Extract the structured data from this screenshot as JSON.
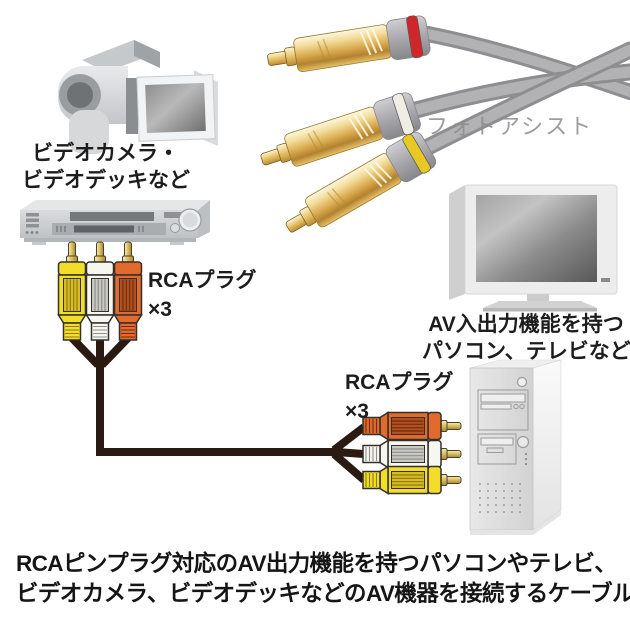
{
  "labels": {
    "source_device_line1": "ビデオカメラ・",
    "source_device_line2": "ビデオデッキなど",
    "rca_left_line1": "RCAプラグ",
    "rca_left_line2": "×3",
    "rca_right_line1": "RCAプラグ",
    "rca_right_line2": "×3",
    "target_device_line1": "AV入出力機能を持つ",
    "target_device_line2": "パソコン、テレビなど"
  },
  "photo": {
    "watermark": "フォトアシスト",
    "ring_colors": {
      "top": "#d0262a",
      "middle": "#efede4",
      "bottom": "#e8c822"
    }
  },
  "caption": {
    "line1": "RCAピンプラグ対応のAV出力機能を持つパソコンやテレビ、",
    "line2": "ビデオカメラ、ビデオデッキなどのAV機器を接続するケーブル"
  },
  "plug_colors": {
    "yellow": "#f2de28",
    "white": "#f7f7f2",
    "orange": "#e26a2d",
    "gold_tip": "#d9bd5d",
    "cable_black": "#2b1a11"
  },
  "illustrations": [
    "camcorder-illustration",
    "vcr-illustration",
    "rca-plugs-vertical",
    "rca-plugs-horizontal",
    "cable-path",
    "tv-illustration",
    "pc-tower-illustration",
    "rca-cable-photo"
  ]
}
